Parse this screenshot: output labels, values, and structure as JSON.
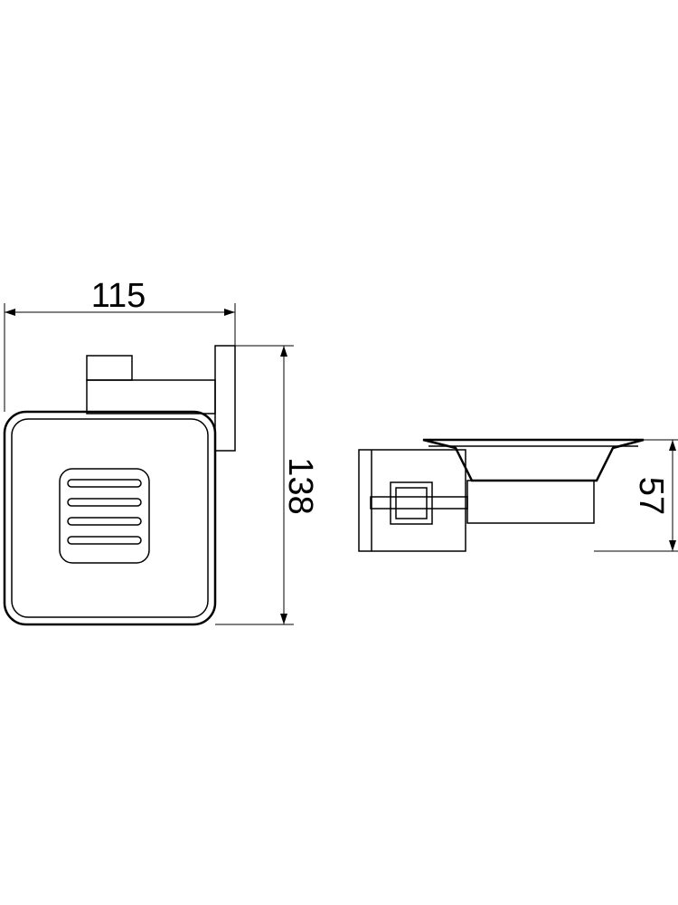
{
  "diagram": {
    "dimensions": {
      "front_width": "115",
      "front_height": "138",
      "side_height": "57"
    },
    "units_hint": "",
    "line_color": "#000000",
    "background_color": "#ffffff"
  }
}
